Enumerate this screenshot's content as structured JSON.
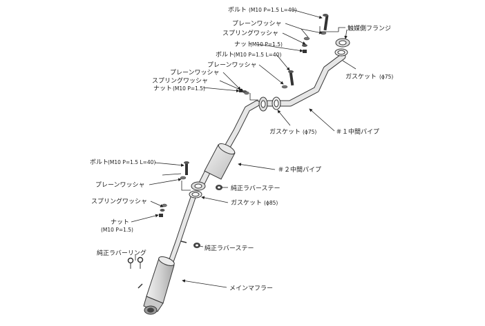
{
  "labels": {
    "bolt_top": "ボルト",
    "bolt_top_spec": "(M10 P=1.5 L=40)",
    "plain_washer_1": "プレーンワッシャ",
    "spring_washer_1": "スプリングワッシャ",
    "nut_1": "ナット",
    "nut_1_spec": "(M10 P=1.5)",
    "bolt_2": "ボルト",
    "bolt_2_spec": "(M10 P=1.5 L=40)",
    "plain_washer_2": "プレーンワッシャ",
    "plain_washer_3": "プレーンワッシャ",
    "spring_washer_2": "スプリングワッシャ",
    "nut_2": "ナット",
    "nut_2_spec": "(M10 P=1.5)",
    "cat_flange": "触媒側フランジ",
    "gasket_75_a": "ガスケット",
    "gasket_75_a_spec": "(ϕ75)",
    "gasket_75_b": "ガスケット",
    "gasket_75_b_spec": "(ϕ75)",
    "pipe_1": "＃１中間パイプ",
    "bolt_3": "ボルト",
    "bolt_3_spec": "(M10 P=1.5 L=40)",
    "pipe_2": "＃２中間パイプ",
    "plain_washer_4": "プレーンワッシャ",
    "rubber_stay_1": "純正ラバーステー",
    "gasket_85": "ガスケット",
    "gasket_85_spec": "(ϕ85)",
    "spring_washer_3": "スプリングワッシャ",
    "nut_3": "ナット",
    "nut_3_spec": "(M10 P=1.5)",
    "rubber_ring": "純正ラバーリング",
    "rubber_stay_2": "純正ラバーステー",
    "main_muffler": "メインマフラー"
  }
}
